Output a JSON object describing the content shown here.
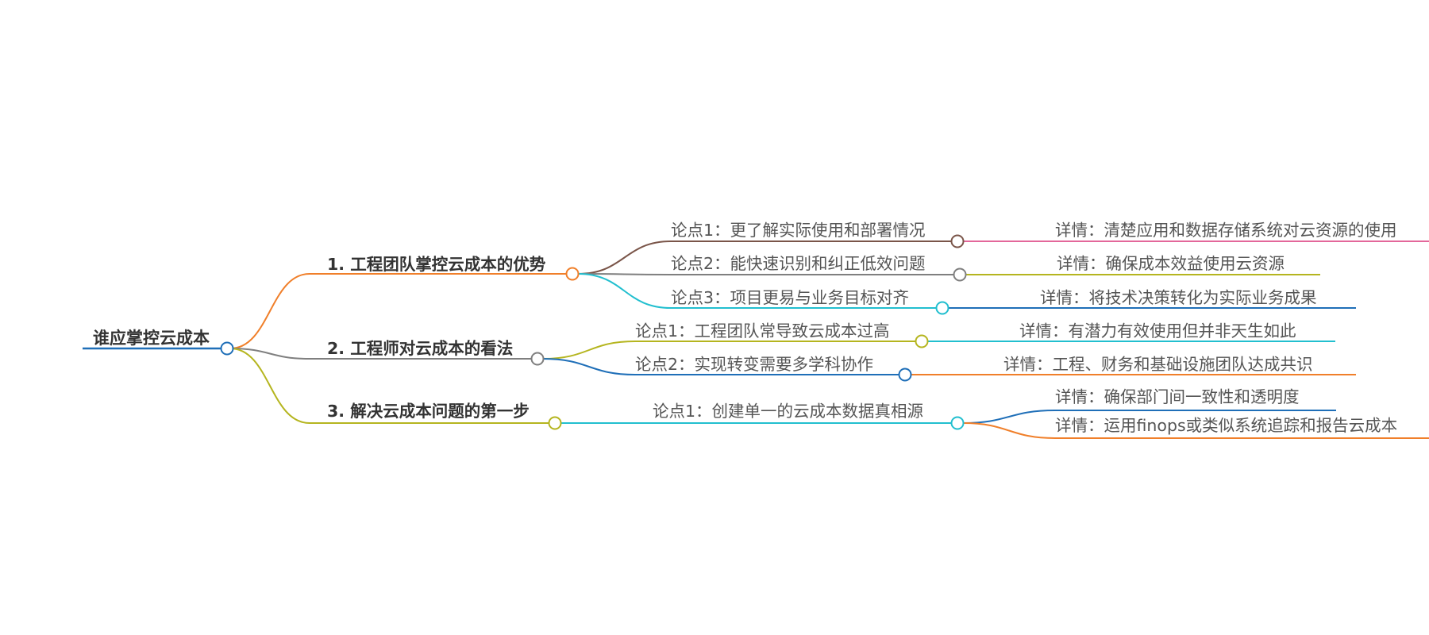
{
  "root": {
    "text": "谁应掌控云成本",
    "color": "#1f6fb8"
  },
  "branches": [
    {
      "text": "1. 工程团队掌控云成本的优势",
      "color": "#f07f2a",
      "points": [
        {
          "text": "论点1：更了解实际使用和部署情况",
          "color": "#7a5549",
          "details": [
            {
              "text": "详情：清楚应用和数据存储系统对云资源的使用",
              "color": "#e3679a"
            }
          ]
        },
        {
          "text": "论点2：能快速识别和纠正低效问题",
          "color": "#7f7f7f",
          "details": [
            {
              "text": "详情：确保成本效益使用云资源",
              "color": "#b5b51f"
            }
          ]
        },
        {
          "text": "论点3：项目更易与业务目标对齐",
          "color": "#22bfcf",
          "details": [
            {
              "text": "详情：将技术决策转化为实际业务成果",
              "color": "#1f6fb8"
            }
          ]
        }
      ]
    },
    {
      "text": "2. 工程师对云成本的看法",
      "color": "#7f7f7f",
      "points": [
        {
          "text": "论点1：工程团队常导致云成本过高",
          "color": "#b5b51f",
          "details": [
            {
              "text": "详情：有潜力有效使用但并非天生如此",
              "color": "#22bfcf"
            }
          ]
        },
        {
          "text": "论点2：实现转变需要多学科协作",
          "color": "#1f6fb8",
          "details": [
            {
              "text": "详情：工程、财务和基础设施团队达成共识",
              "color": "#f07f2a"
            }
          ]
        }
      ]
    },
    {
      "text": "3. 解决云成本问题的第一步",
      "color": "#b5b51f",
      "points": [
        {
          "text": "论点1：创建单一的云成本数据真相源",
          "color": "#22bfcf",
          "details": [
            {
              "text": "详情：确保部门间一致性和透明度",
              "color": "#1f6fb8"
            },
            {
              "text": "详情：运用finops或类似系统追踪和报告云成本",
              "color": "#f07f2a"
            }
          ]
        }
      ]
    }
  ]
}
